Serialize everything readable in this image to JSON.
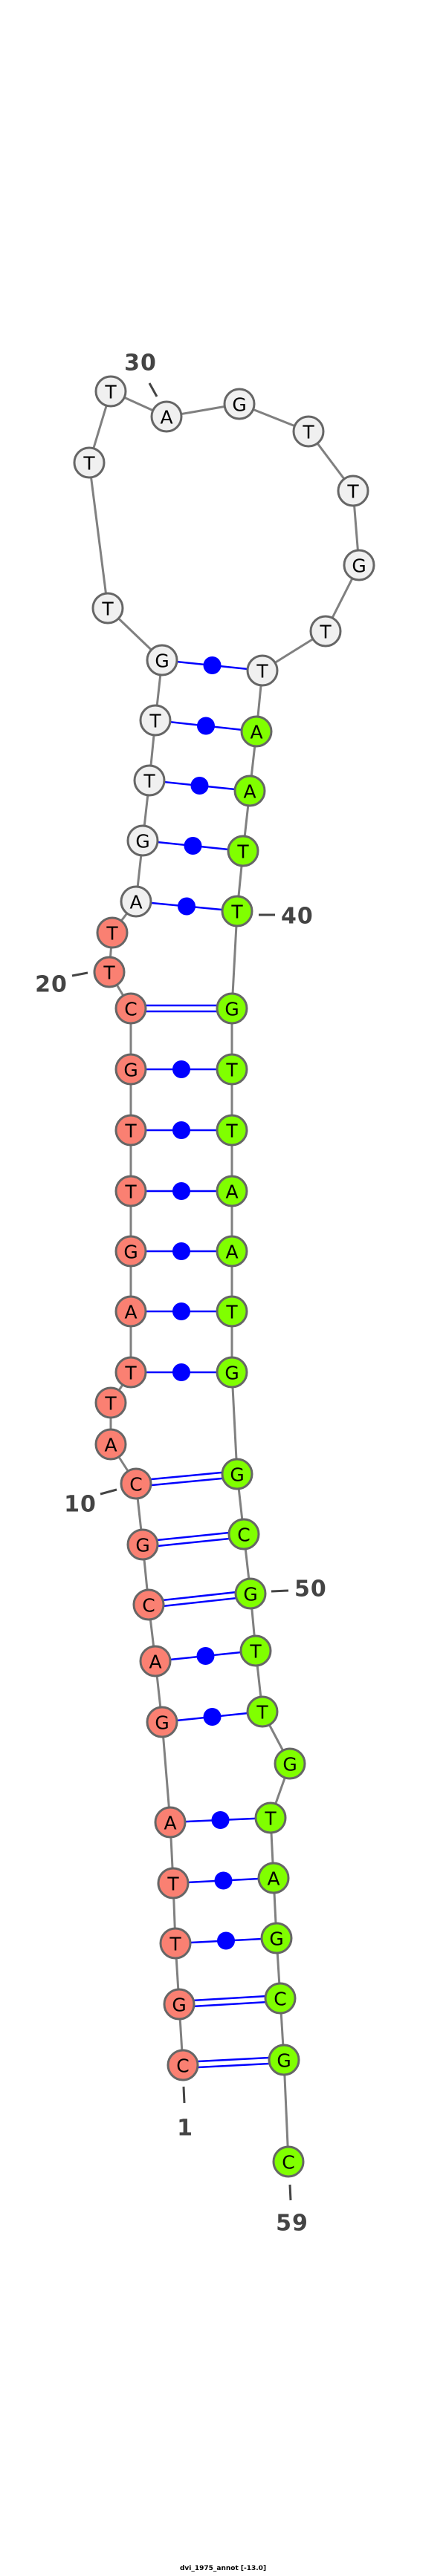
{
  "title": "dvi_1975_annot [-13.0]",
  "sequence": "CGTTAGACGCATTAGTTGCTTAGTTGTTTAGTTGTTAATTGTTAATGGCGTTGTAGCGC",
  "colors": {
    "region_5prime": "#fa8072",
    "loop": "#f0f0f0",
    "region_3prime": "#80ff00",
    "backbone": "#808080",
    "bond": "#0000ff",
    "outline": "#666666",
    "label": "#444444"
  },
  "color_ranges": [
    {
      "from": 1,
      "to": 21,
      "color": "region_5prime"
    },
    {
      "from": 22,
      "to": 36,
      "color": "loop"
    },
    {
      "from": 37,
      "to": 59,
      "color": "region_3prime"
    }
  ],
  "pairs": [
    {
      "i": 1,
      "j": 58,
      "type": "double"
    },
    {
      "i": 2,
      "j": 57,
      "type": "double"
    },
    {
      "i": 3,
      "j": 56,
      "type": "dot"
    },
    {
      "i": 4,
      "j": 55,
      "type": "dot"
    },
    {
      "i": 5,
      "j": 54,
      "type": "dot"
    },
    {
      "i": 6,
      "j": 52,
      "type": "dot"
    },
    {
      "i": 7,
      "j": 51,
      "type": "dot"
    },
    {
      "i": 8,
      "j": 50,
      "type": "double"
    },
    {
      "i": 9,
      "j": 49,
      "type": "double"
    },
    {
      "i": 10,
      "j": 48,
      "type": "double"
    },
    {
      "i": 13,
      "j": 47,
      "type": "dot"
    },
    {
      "i": 14,
      "j": 46,
      "type": "dot"
    },
    {
      "i": 15,
      "j": 45,
      "type": "dot"
    },
    {
      "i": 16,
      "j": 44,
      "type": "dot"
    },
    {
      "i": 17,
      "j": 43,
      "type": "dot"
    },
    {
      "i": 18,
      "j": 42,
      "type": "dot"
    },
    {
      "i": 19,
      "j": 41,
      "type": "double"
    },
    {
      "i": 22,
      "j": 40,
      "type": "dot"
    },
    {
      "i": 23,
      "j": 39,
      "type": "dot"
    },
    {
      "i": 24,
      "j": 38,
      "type": "dot"
    },
    {
      "i": 25,
      "j": 37,
      "type": "dot"
    },
    {
      "i": 26,
      "j": 36,
      "type": "dot"
    }
  ],
  "position_labels": [
    {
      "index": 1,
      "text": "1"
    },
    {
      "index": 10,
      "text": "10"
    },
    {
      "index": 20,
      "text": "20"
    },
    {
      "index": 30,
      "text": "30"
    },
    {
      "index": 40,
      "text": "40"
    },
    {
      "index": 50,
      "text": "50"
    },
    {
      "index": 59,
      "text": "59"
    }
  ]
}
